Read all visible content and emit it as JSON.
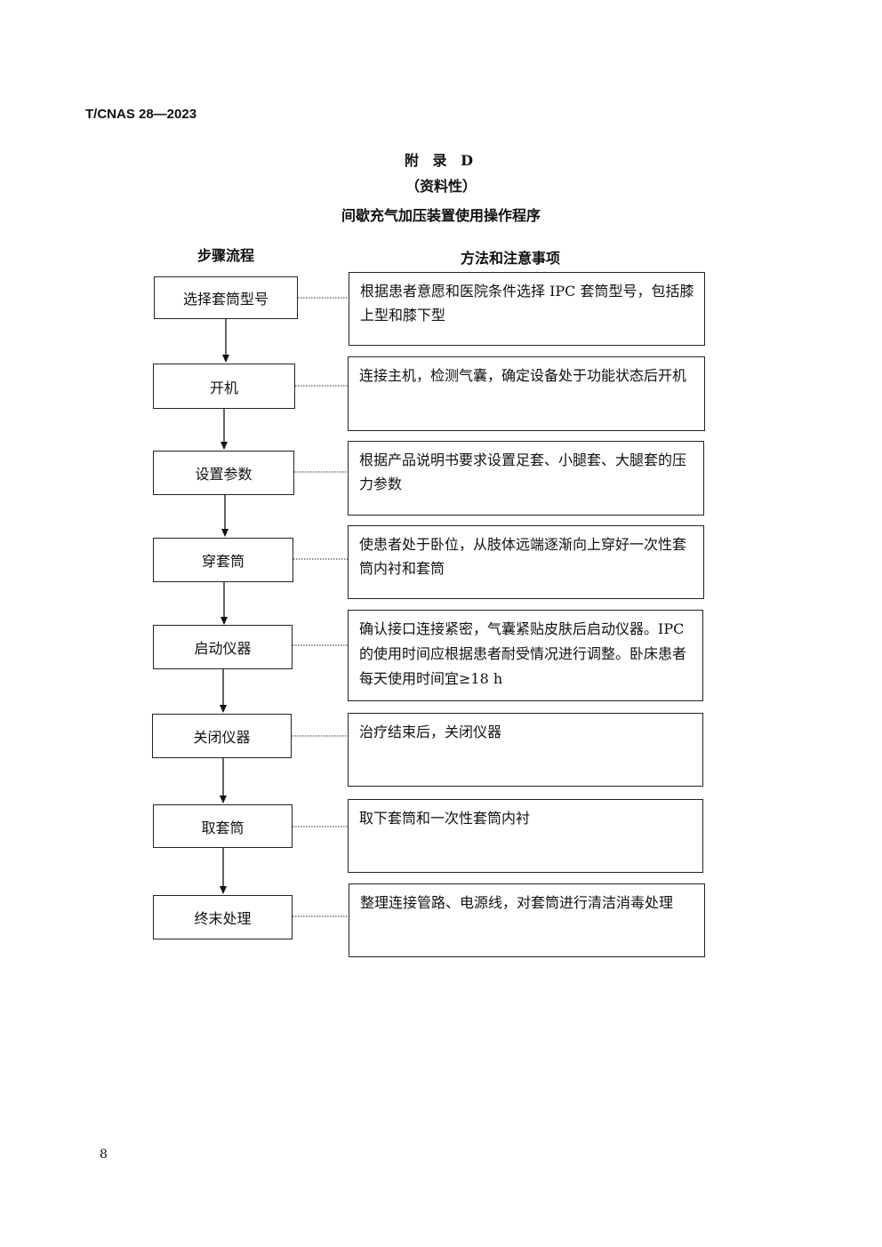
{
  "header": {
    "doc_code": "T/CNAS 28—2023"
  },
  "title": {
    "appendix": "附 录 D",
    "nature": "（资料性）",
    "main": "间歇充气加压装置使用操作程序"
  },
  "columns": {
    "steps": "步骤流程",
    "notes": "方法和注意事项"
  },
  "flow": [
    {
      "step": "选择套筒型号",
      "note": "根据患者意愿和医院条件选择 IPC 套筒型号，包括膝上型和膝下型"
    },
    {
      "step": "开机",
      "note": "连接主机，检测气囊，确定设备处于功能状态后开机"
    },
    {
      "step": "设置参数",
      "note": "根据产品说明书要求设置足套、小腿套、大腿套的压力参数"
    },
    {
      "step": "穿套筒",
      "note": "使患者处于卧位，从肢体远端逐渐向上穿好一次性套筒内衬和套筒"
    },
    {
      "step": "启动仪器",
      "note": "确认接口连接紧密，气囊紧贴皮肤后启动仪器。IPC 的使用时间应根据患者耐受情况进行调整。卧床患者每天使用时间宜≥18 h"
    },
    {
      "step": "关闭仪器",
      "note": "治疗结束后，关闭仪器"
    },
    {
      "step": "取套筒",
      "note": "取下套筒和一次性套筒内衬"
    },
    {
      "step": "终末处理",
      "note": "整理连接管路、电源线，对套筒进行清洁消毒处理"
    }
  ],
  "footer": {
    "page_number": "8"
  }
}
